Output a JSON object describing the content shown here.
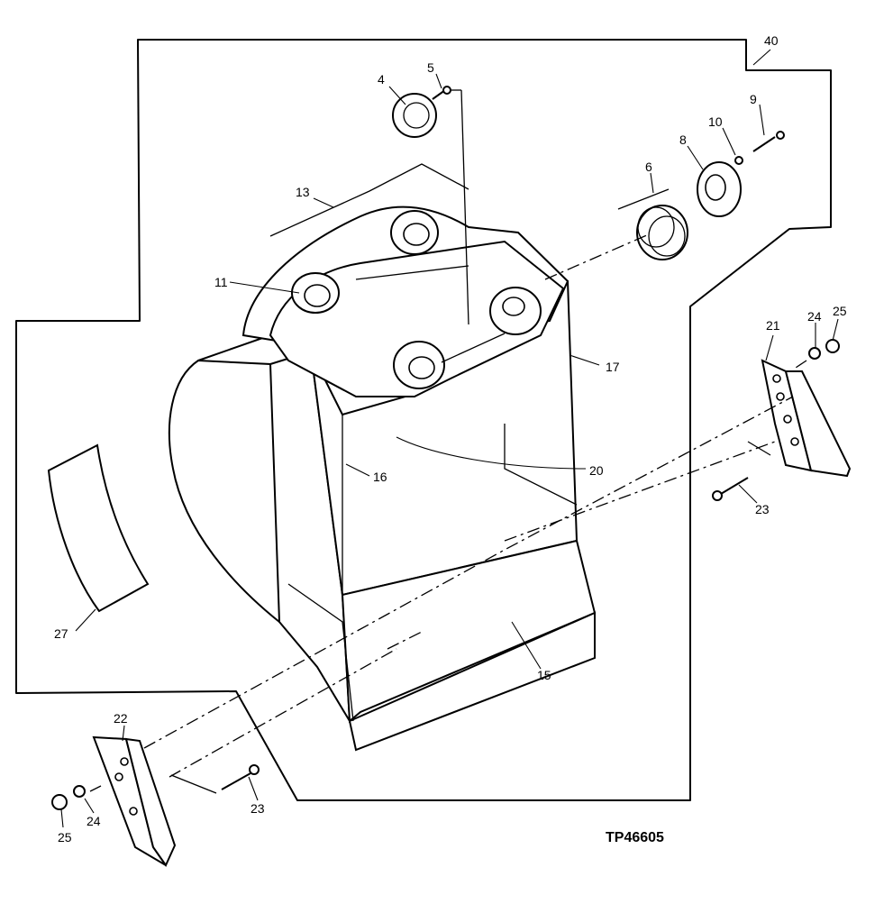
{
  "figure_id": "TP46605",
  "callouts": {
    "c40": "40",
    "c4": "4",
    "c5": "5",
    "c9": "9",
    "c10": "10",
    "c8": "8",
    "c6": "6",
    "c13": "13",
    "c11": "11",
    "c17": "17",
    "c21": "21",
    "c24a": "24",
    "c25a": "25",
    "c16": "16",
    "c20": "20",
    "c23a": "23",
    "c27": "27",
    "c15": "15",
    "c22": "22",
    "c23b": "23",
    "c24b": "24",
    "c25b": "25"
  }
}
